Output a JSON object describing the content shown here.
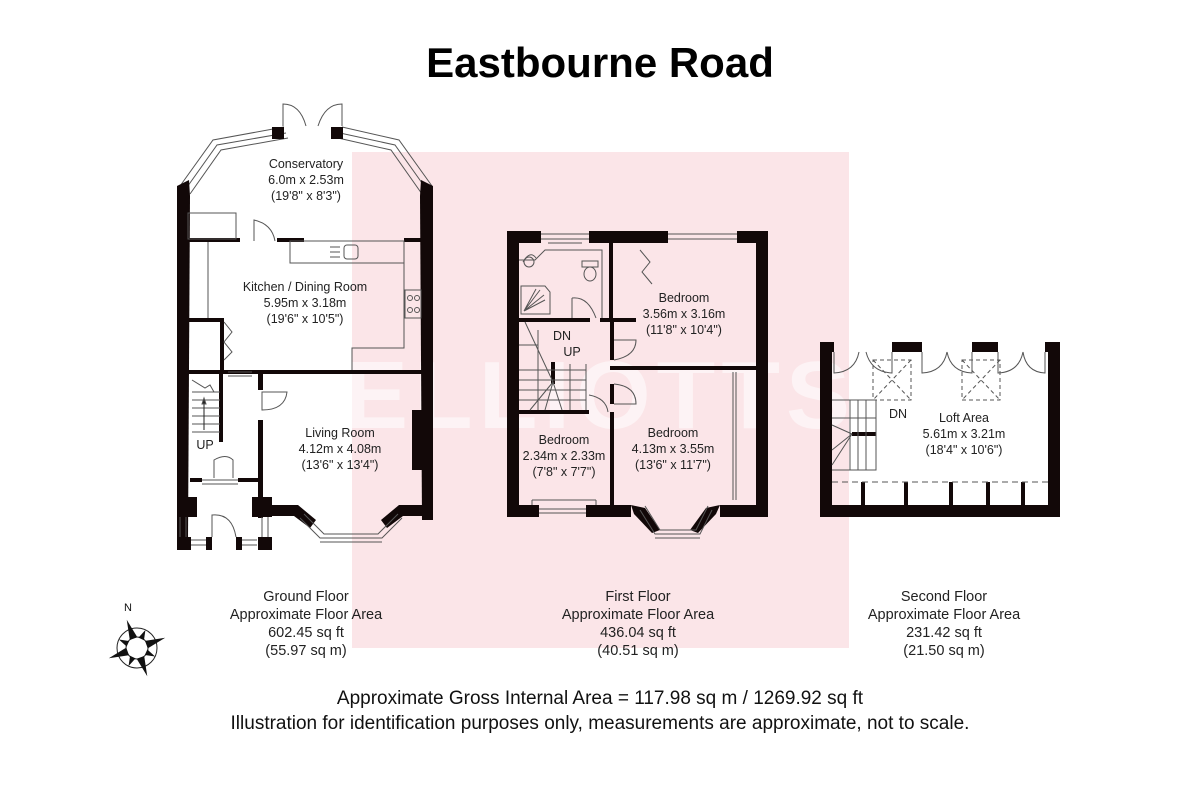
{
  "title": "Eastbourne Road",
  "watermark": "ELLIOTTS",
  "compass": {
    "north_label": "N",
    "icon": "compass-rose-icon"
  },
  "colors": {
    "wall": "#120808",
    "highlight": "#fbe5e8",
    "text": "#222222",
    "background": "#ffffff"
  },
  "floors": [
    {
      "name": "Ground Floor",
      "area_label": "Approximate Floor Area",
      "sq_ft": "602.45 sq ft",
      "sq_m": "(55.97 sq m)",
      "rooms": [
        {
          "name": "Conservatory",
          "metric": "6.0m x 2.53m",
          "imperial": "(19'8\" x 8'3\")"
        },
        {
          "name": "Kitchen / Dining Room",
          "metric": "5.95m x 3.18m",
          "imperial": "(19'6\" x 10'5\")"
        },
        {
          "name": "Living Room",
          "metric": "4.12m x 4.08m",
          "imperial": "(13'6\" x 13'4\")"
        }
      ],
      "stair_label": "UP"
    },
    {
      "name": "First Floor",
      "area_label": "Approximate Floor Area",
      "sq_ft": "436.04 sq ft",
      "sq_m": "(40.51 sq m)",
      "rooms": [
        {
          "name": "Bedroom",
          "metric": "3.56m x 3.16m",
          "imperial": "(11'8\" x 10'4\")"
        },
        {
          "name": "Bedroom",
          "metric": "4.13m x 3.55m",
          "imperial": "(13'6\" x 11'7\")"
        },
        {
          "name": "Bedroom",
          "metric": "2.34m x 2.33m",
          "imperial": "(7'8\" x 7'7\")"
        }
      ],
      "stair_down": "DN",
      "stair_up": "UP"
    },
    {
      "name": "Second Floor",
      "area_label": "Approximate Floor Area",
      "sq_ft": "231.42 sq ft",
      "sq_m": "(21.50 sq m)",
      "rooms": [
        {
          "name": "Loft Area",
          "metric": "5.61m x 3.21m",
          "imperial": "(18'4\" x 10'6\")"
        }
      ],
      "stair_down": "DN"
    }
  ],
  "footer": {
    "gross_area": "Approximate Gross Internal Area = 117.98 sq m / 1269.92 sq ft",
    "disclaimer": "Illustration for identification purposes only, measurements are approximate, not to scale."
  }
}
